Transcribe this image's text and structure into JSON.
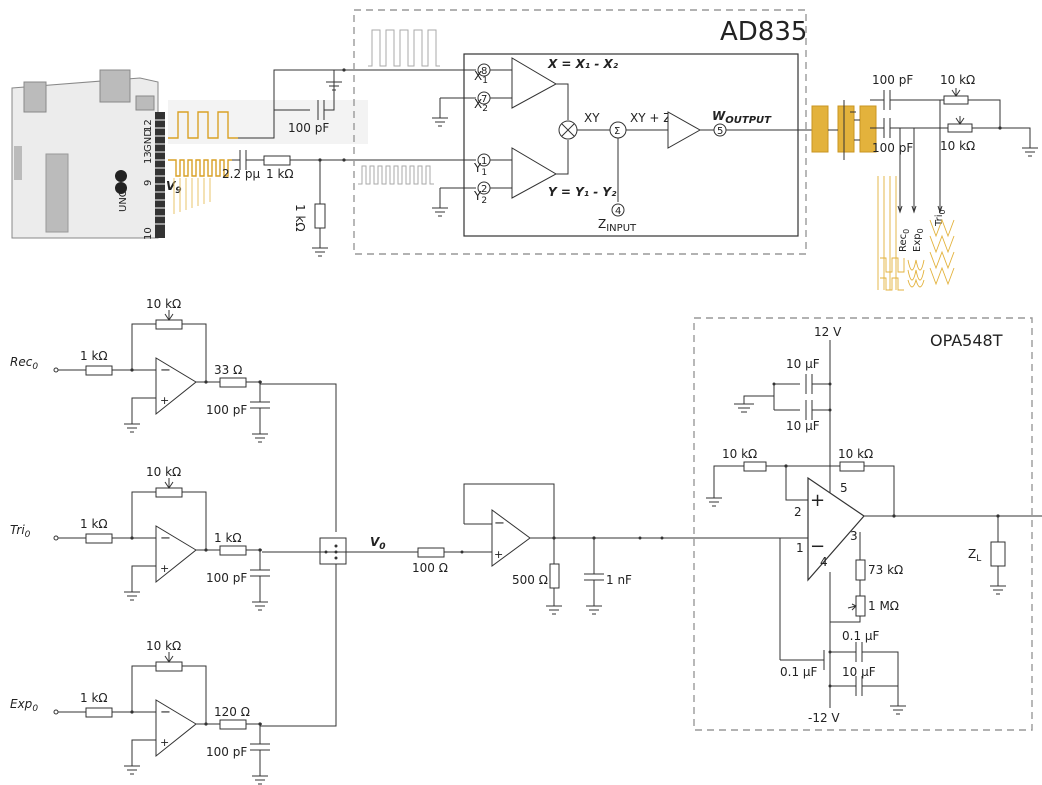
{
  "ad835": {
    "title": "AD835",
    "pin_x1": "X",
    "pin_x1_sub": "1",
    "pin_x1_num": "8",
    "pin_x2": "X",
    "pin_x2_sub": "2",
    "pin_x2_num": "7",
    "pin_y1": "Y",
    "pin_y1_sub": "1",
    "pin_y1_num": "1",
    "pin_y2": "Y",
    "pin_y2_sub": "2",
    "pin_y2_num": "2",
    "eq_x": "X = X₁ - X₂",
    "eq_y": "Y = Y₁ - Y₂",
    "xy": "XY",
    "xyz": "XY + Z",
    "sigma": "Σ",
    "w_output": "W",
    "w_output_sub": "OUTPUT",
    "pin_w_num": "5",
    "z_input": "Z",
    "z_input_sub": "INPUT",
    "pin_z_num": "4"
  },
  "arduino": {
    "label": "UNO",
    "pins": [
      "12",
      "GND",
      "13",
      "9",
      "10"
    ],
    "v9": "V",
    "v9_sub": "9"
  },
  "top_components": {
    "c_top": "100 pF",
    "c_coupling": "2.2 pμ",
    "r_series": "1 kΩ",
    "r_shunt": "1 kΩ"
  },
  "output_filter": {
    "c1": "100 pF",
    "c2": "100 pF",
    "r1": "10 kΩ",
    "r2": "10 kΩ",
    "out_rec": "Rec",
    "out_exp": "Exp",
    "out_tri": "Tri",
    "sub0": "0"
  },
  "shapers": [
    {
      "input": "Rec",
      "sub": "0",
      "r_in": "1 kΩ",
      "r_fb": "10 kΩ",
      "r_out": "33 Ω",
      "c_out": "100 pF"
    },
    {
      "input": "Tri",
      "sub": "0",
      "r_in": "1 kΩ",
      "r_fb": "10 kΩ",
      "r_out": "1 kΩ",
      "c_out": "100 pF"
    },
    {
      "input": "Exp",
      "sub": "0",
      "r_in": "1 kΩ",
      "r_fb": "10 kΩ",
      "r_out": "120 Ω",
      "c_out": "100 pF"
    }
  ],
  "mixer": {
    "v0": "V",
    "v0_sub": "0",
    "r_100": "100 Ω",
    "r_500": "500 Ω",
    "c_1n": "1 nF"
  },
  "opa548": {
    "title": "OPA548T",
    "v_pos": "12 V",
    "v_neg": "-12 V",
    "c_top1": "10 μF",
    "c_top2": "10 μF",
    "r_in": "10 kΩ",
    "r_fb": "10 kΩ",
    "pin2": "2",
    "pin1": "1",
    "pin5": "5",
    "pin3": "3",
    "pin4": "4",
    "r_73k": "73 kΩ",
    "r_1m": "1 MΩ",
    "c_01_a": "0.1 μF",
    "c_01_b": "0.1 μF",
    "c_10_b": "10 μF",
    "zl": "Z",
    "zl_sub": "L"
  },
  "colors": {
    "waveform": "#d9a126",
    "dashed_box": "#999999"
  }
}
